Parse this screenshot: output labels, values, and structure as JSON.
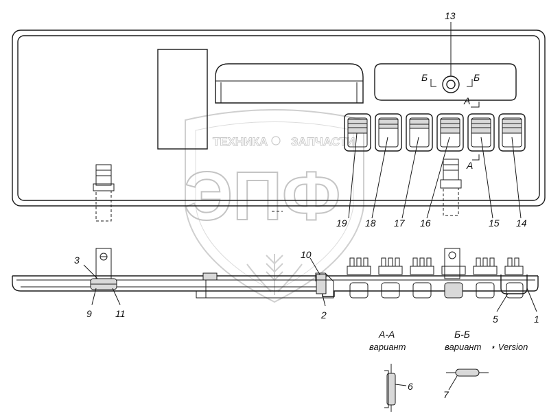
{
  "watermark": {
    "brand_left": "ТЕХНИКА",
    "brand_right": "ЗАПЧАСТИ",
    "logo_letters": "ЭПФ"
  },
  "callouts": {
    "n1": "1",
    "n2": "2",
    "n3": "3",
    "n5": "5",
    "n6": "6",
    "n7": "7",
    "n9": "9",
    "n10": "10",
    "n11": "11",
    "n13": "13",
    "n14": "14",
    "n15": "15",
    "n16": "16",
    "n17": "17",
    "n18": "18",
    "n19": "19"
  },
  "section_marks": {
    "b_left": "Б",
    "b_right": "Б",
    "a_top": "А",
    "a_bottom": "А"
  },
  "section_views": {
    "aa_title": "А-А",
    "aa_sub": "вариант",
    "bb_title": "Б-Б",
    "bb_sub": "вариант",
    "version_note": "⋆ Version"
  },
  "colors": {
    "line": "#1a1a1a",
    "watermark": "#c4c4c4",
    "hatch_fill": "#d9d9d9"
  }
}
